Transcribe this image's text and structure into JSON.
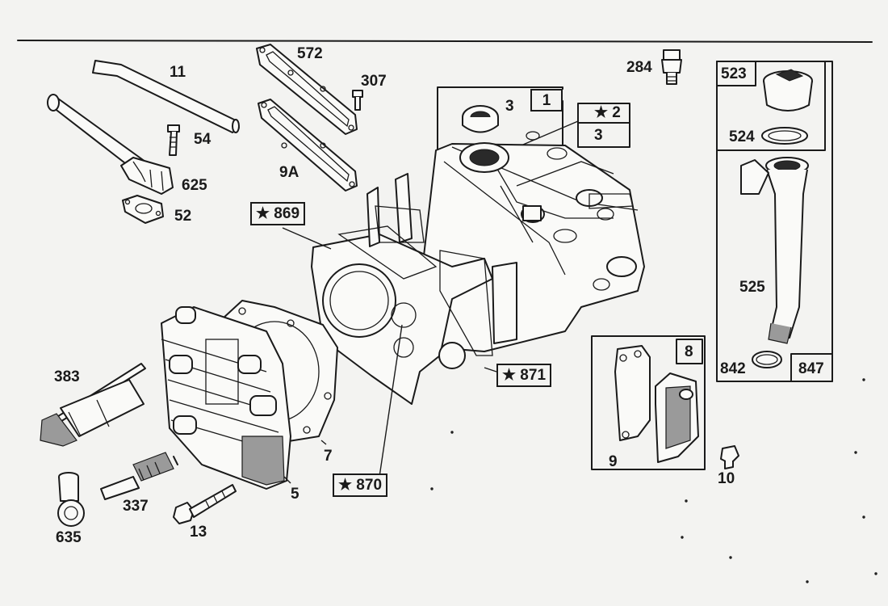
{
  "diagram": {
    "parts": [
      {
        "key": "p11",
        "text": "11"
      },
      {
        "key": "p54",
        "text": "54"
      },
      {
        "key": "p625",
        "text": "625"
      },
      {
        "key": "p52",
        "text": "52"
      },
      {
        "key": "p572",
        "text": "572"
      },
      {
        "key": "p307",
        "text": "307"
      },
      {
        "key": "p9a",
        "text": "9A"
      },
      {
        "key": "p3a",
        "text": "3"
      },
      {
        "key": "p1",
        "text": "1"
      },
      {
        "key": "p2",
        "text": "★ 2"
      },
      {
        "key": "p3b",
        "text": "3"
      },
      {
        "key": "p284",
        "text": "284"
      },
      {
        "key": "p523",
        "text": "523"
      },
      {
        "key": "p524",
        "text": "524"
      },
      {
        "key": "p525",
        "text": "525"
      },
      {
        "key": "p842",
        "text": "842"
      },
      {
        "key": "p847",
        "text": "847"
      },
      {
        "key": "p869",
        "text": "★ 869"
      },
      {
        "key": "p871",
        "text": "★ 871"
      },
      {
        "key": "p870",
        "text": "★ 870"
      },
      {
        "key": "p8",
        "text": "8"
      },
      {
        "key": "p9",
        "text": "9"
      },
      {
        "key": "p10",
        "text": "10"
      },
      {
        "key": "p383",
        "text": "383"
      },
      {
        "key": "p7",
        "text": "7"
      },
      {
        "key": "p5",
        "text": "5"
      },
      {
        "key": "p337",
        "text": "337"
      },
      {
        "key": "p13",
        "text": "13"
      },
      {
        "key": "p635",
        "text": "635"
      }
    ]
  }
}
